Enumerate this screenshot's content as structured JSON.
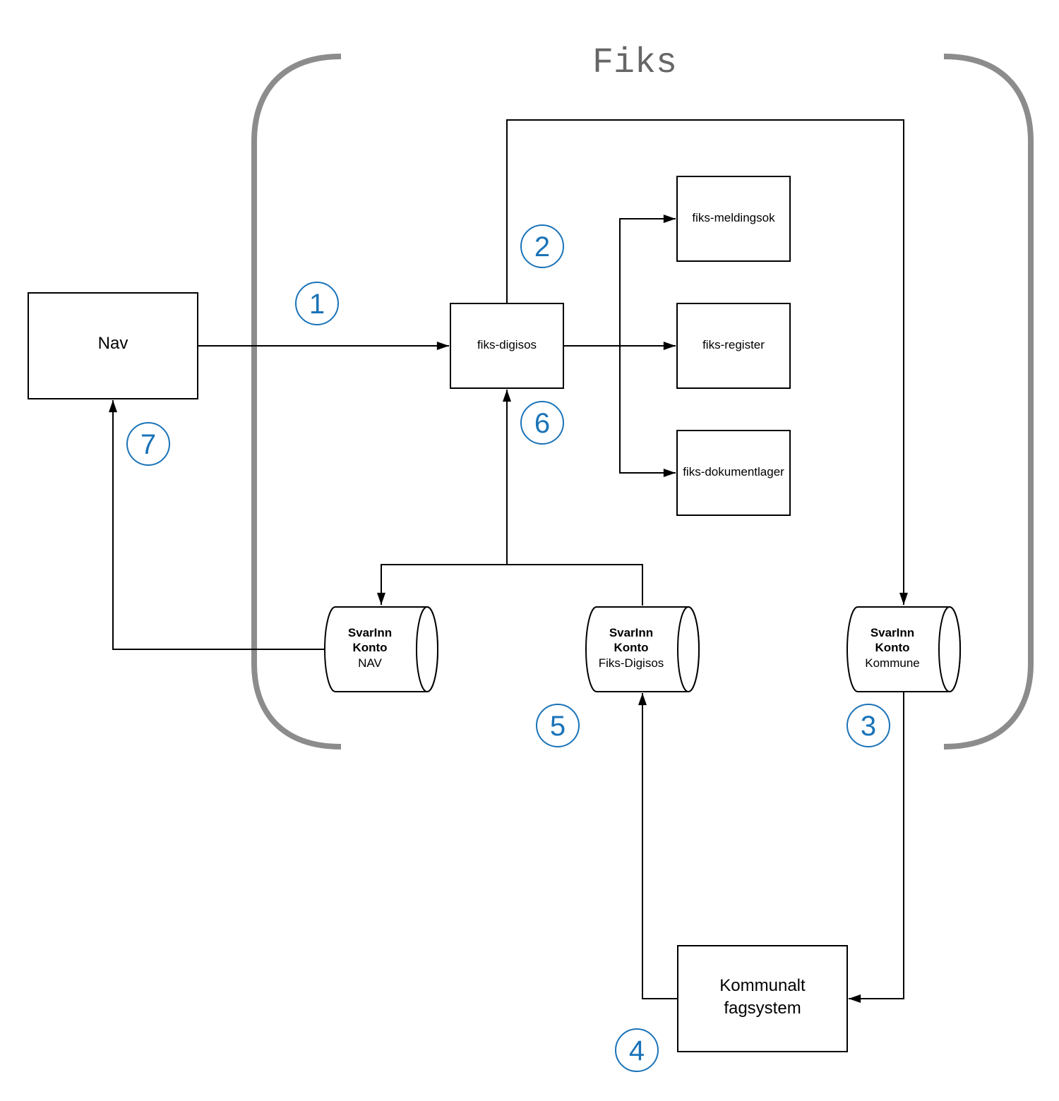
{
  "title": "Fiks",
  "colors": {
    "bracket": "#8c8c8c",
    "step": "#1a73b8",
    "line": "#000000"
  },
  "nodes": {
    "nav": "Nav",
    "fiks_digisos": "fiks-digisos",
    "fiks_meldingsok": "fiks-meldingsok",
    "fiks_register": "fiks-register",
    "fiks_dokumentlager": "fiks-dokumentlager",
    "kommunalt_line1": "Kommunalt",
    "kommunalt_line2": "fagsystem"
  },
  "accounts": {
    "nav": {
      "line1": "SvarInn",
      "line2": "Konto",
      "line3": "NAV"
    },
    "digisos": {
      "line1": "SvarInn",
      "line2": "Konto",
      "line3": "Fiks-Digisos"
    },
    "kommune": {
      "line1": "SvarInn",
      "line2": "Konto",
      "line3": "Kommune"
    }
  },
  "steps": {
    "s1": "1",
    "s2": "2",
    "s3": "3",
    "s4": "4",
    "s5": "5",
    "s6": "6",
    "s7": "7"
  }
}
